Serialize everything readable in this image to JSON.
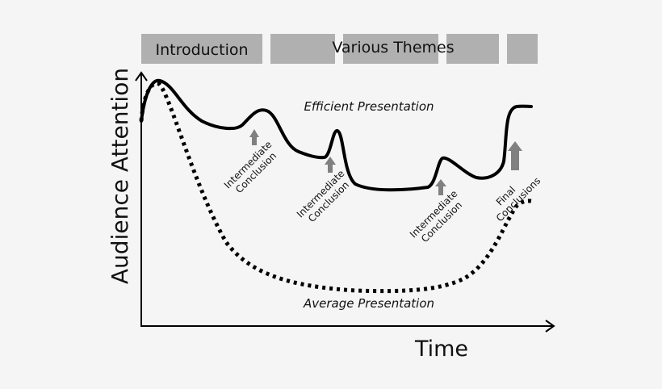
{
  "sections": {
    "introduction": "Introduction",
    "themes": "Various Themes"
  },
  "axes": {
    "y_label": "Audience Attention",
    "x_label": "Time"
  },
  "curves": {
    "efficient": "Efficient Presentation",
    "average": "Average Presentation"
  },
  "markers": [
    {
      "line1": "Intermediate",
      "line2": "Conclusion"
    },
    {
      "line1": "Intermediate",
      "line2": "Conclusion"
    },
    {
      "line1": "Intermediate",
      "line2": "Conclusion"
    },
    {
      "line1": "Final",
      "line2": "Conclusions"
    }
  ],
  "colors": {
    "box": "#b0b0b0",
    "arrow": "#808080",
    "line": "#000000",
    "background": "#f5f5f5"
  },
  "chart_data": {
    "type": "line",
    "title": "",
    "xlabel": "Time",
    "ylabel": "Audience Attention",
    "series": [
      {
        "name": "Efficient Presentation",
        "style": "solid",
        "shape": "high start, dips with peaks at each intermediate conclusion, rises at final conclusions"
      },
      {
        "name": "Average Presentation",
        "style": "dotted",
        "shape": "high start, drops steeply, long low trough, partial rise at end"
      }
    ],
    "annotations": [
      "Intermediate Conclusion",
      "Intermediate Conclusion",
      "Intermediate Conclusion",
      "Final Conclusions"
    ],
    "top_bands": [
      "Introduction",
      "Various Themes"
    ]
  }
}
